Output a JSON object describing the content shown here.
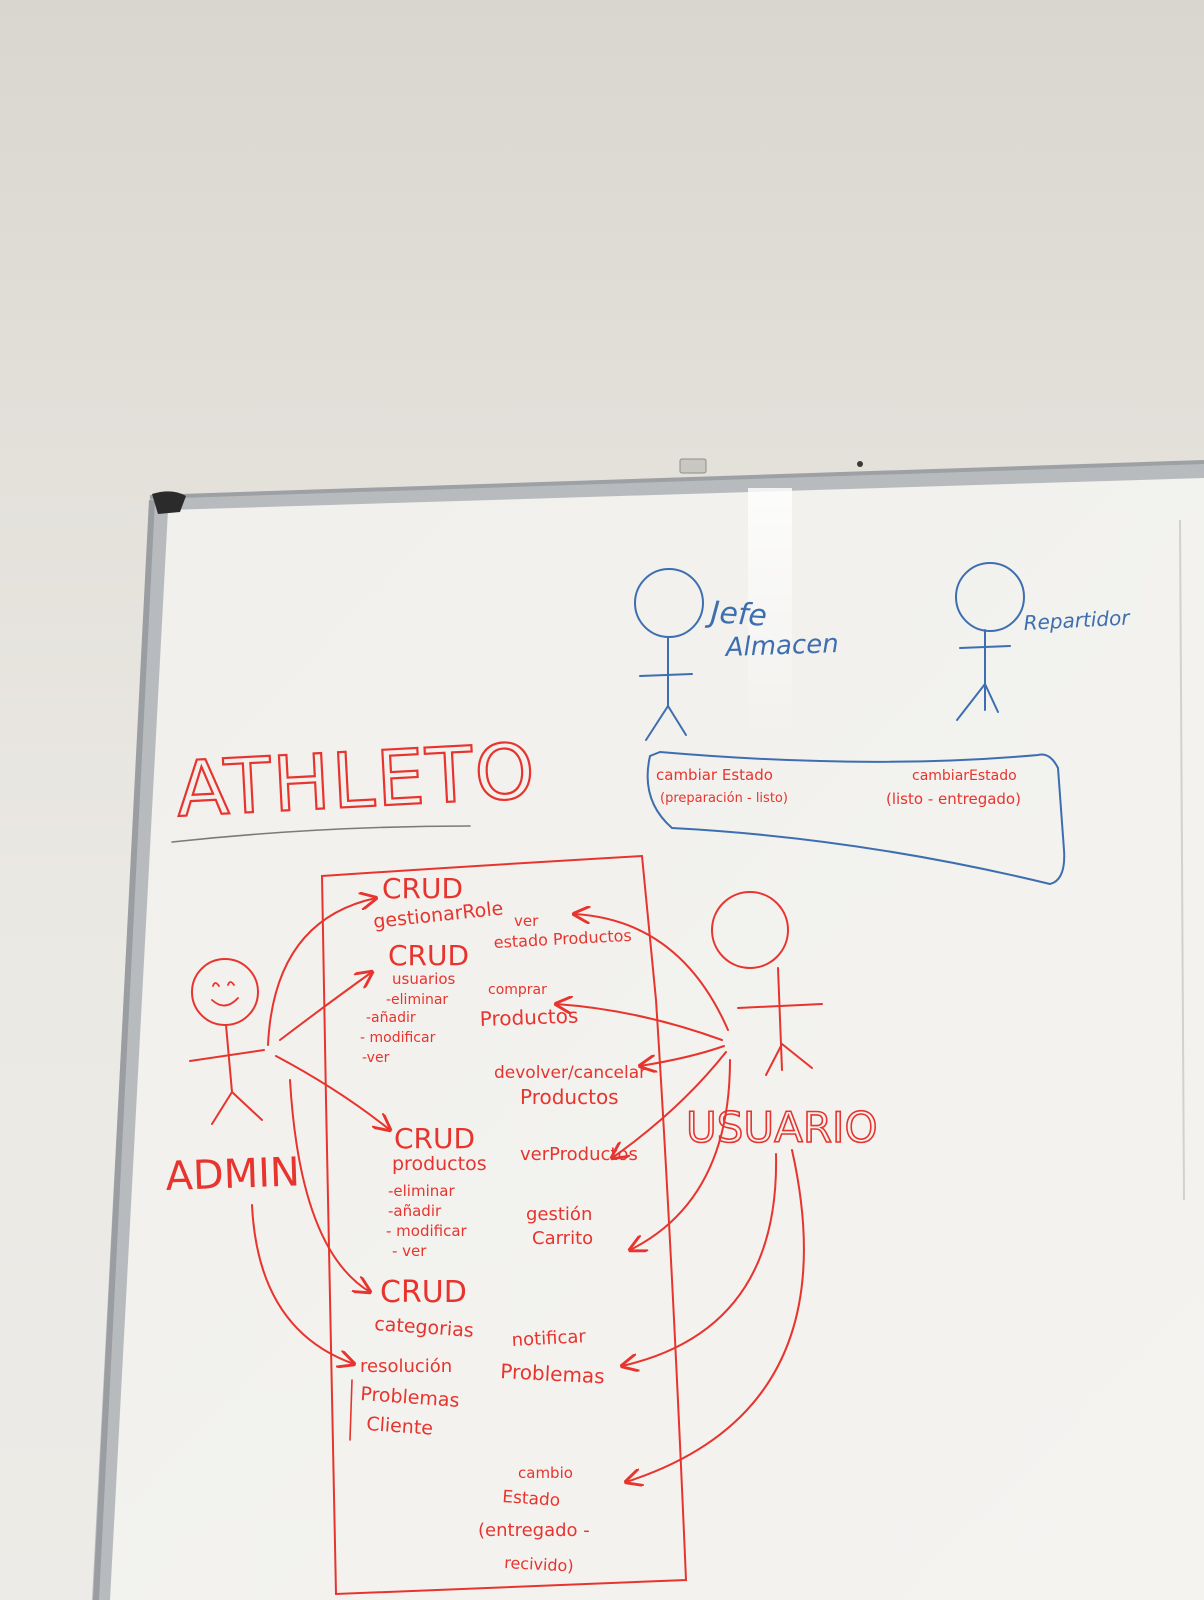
{
  "title": "ATHLETO",
  "colors": {
    "wall": "#e6e3dd",
    "board": "#f2f1ee",
    "frame": "#a9acb0",
    "red_marker": "#e8342e",
    "blue_marker": "#3d6fb0"
  },
  "actors": [
    {
      "id": "admin",
      "label": "ADMIN",
      "color": "#e8342e"
    },
    {
      "id": "usuario",
      "label": "USUARIO",
      "color": "#e8342e"
    },
    {
      "id": "jefe",
      "label_lines": [
        "Jefe",
        "Almacen"
      ],
      "color": "#3d6fb0"
    },
    {
      "id": "repartidor",
      "label": "Repartidor",
      "color": "#3d6fb0"
    }
  ],
  "use_cases_admin": [
    {
      "id": "crud-roles",
      "lines": [
        "CRUD",
        "gestionarRole"
      ]
    },
    {
      "id": "crud-usuarios",
      "lines": [
        "CRUD",
        "usuarios",
        "-eliminar",
        "-añadir",
        "- modificar",
        "-ver"
      ]
    },
    {
      "id": "crud-productos",
      "lines": [
        "CRUD",
        "productos",
        "-eliminar",
        "-añadir",
        "- modificar",
        "- ver"
      ]
    },
    {
      "id": "crud-categorias",
      "lines": [
        "CRUD",
        "categorias"
      ]
    },
    {
      "id": "resolucion",
      "lines": [
        "resolución",
        "Problemas",
        "Cliente"
      ]
    }
  ],
  "use_cases_usuario": [
    {
      "id": "ver-estado",
      "lines": [
        "ver",
        "estado Productos"
      ]
    },
    {
      "id": "comprar",
      "lines": [
        "comprar",
        "Productos"
      ]
    },
    {
      "id": "devolver",
      "lines": [
        "devolver/cancelar",
        "Productos"
      ]
    },
    {
      "id": "ver-productos",
      "lines": [
        "verProductos"
      ]
    },
    {
      "id": "gestion-carrito",
      "lines": [
        "gestión",
        "Carrito"
      ]
    },
    {
      "id": "notificar",
      "lines": [
        "notificar",
        "Problemas"
      ]
    },
    {
      "id": "cambio-estado",
      "lines": [
        "cambio",
        "Estado",
        "(entregado -",
        "recivido)"
      ]
    }
  ],
  "use_cases_staff": [
    {
      "id": "cambiar-estado-jefe",
      "lines": [
        "cambiar Estado",
        "(preparación - listo)"
      ]
    },
    {
      "id": "cambiar-estado-repartidor",
      "lines": [
        "cambiarEstado",
        "(listo - entregado)"
      ]
    }
  ]
}
